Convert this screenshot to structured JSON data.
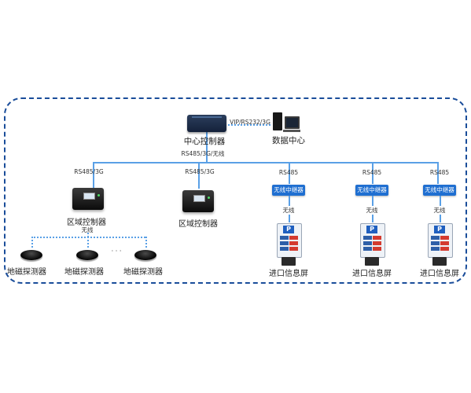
{
  "diagram": {
    "center_controller": {
      "label": "中心控制器",
      "icon": "center-controller-device-icon"
    },
    "data_center": {
      "label": "数据中心",
      "link_label": "VIP/RS232/3G",
      "icon": "computer-icon"
    },
    "bus_label": "RS485/3G/无线",
    "branch_labels": [
      "RS485/3G",
      "RS485/3G",
      "RS485",
      "RS485",
      "RS485"
    ],
    "area_controllers": [
      {
        "label": "区域控制器",
        "icon": "area-controller-device-icon"
      },
      {
        "label": "区域控制器",
        "icon": "area-controller-device-icon"
      }
    ],
    "area_wireless_label": "无线",
    "sensors": [
      {
        "label": "地磁探测器",
        "icon": "geomagnetic-sensor-icon"
      },
      {
        "label": "地磁探测器",
        "icon": "geomagnetic-sensor-icon"
      },
      {
        "label": "地磁探测器",
        "icon": "geomagnetic-sensor-icon"
      }
    ],
    "ellipsis": "· · ·",
    "relays": [
      {
        "label": "无线中继器",
        "wireless_label": "无线",
        "screen_label": "进口信息屏",
        "parking_symbol": "P"
      },
      {
        "label": "无线中继器",
        "wireless_label": "无线",
        "screen_label": "进口信息屏",
        "parking_symbol": "P"
      },
      {
        "label": "无线中继器",
        "wireless_label": "无线",
        "screen_label": "进口信息屏",
        "parking_symbol": "P"
      }
    ],
    "colors": {
      "frame": "#1a4d9a",
      "connector": "#5aa0e6",
      "relay_bg": "#1f6fd1"
    }
  }
}
